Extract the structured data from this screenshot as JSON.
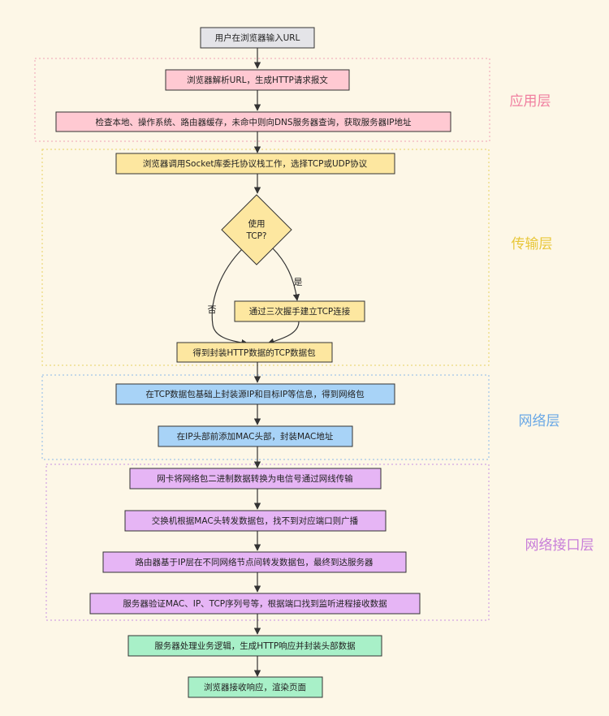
{
  "layers": [
    {
      "id": "app",
      "label": "应用层",
      "color": "#f07fa0"
    },
    {
      "id": "transport",
      "label": "传输层",
      "color": "#e8c73a"
    },
    {
      "id": "network",
      "label": "网络层",
      "color": "#6aa8e6"
    },
    {
      "id": "link",
      "label": "网络接口层",
      "color": "#c87ed9"
    }
  ],
  "nodes": {
    "start": "用户在浏览器输入URL",
    "parse": "浏览器解析URL，生成HTTP请求报文",
    "dns": "检查本地、操作系统、路由器缓存，未命中则向DNS服务器查询，获取服务器IP地址",
    "socket": "浏览器调用Socket库委托协议栈工作，选择TCP或UDP协议",
    "decision_line1": "使用",
    "decision_line2": "TCP?",
    "handshake": "通过三次握手建立TCP连接",
    "tcp_packet": "得到封装HTTP数据的TCP数据包",
    "ip_packet": "在TCP数据包基础上封装源IP和目标IP等信息，得到网络包",
    "mac": "在IP头部前添加MAC头部，封装MAC地址",
    "nic": "网卡将网络包二进制数据转换为电信号通过网线传输",
    "switch": "交换机根据MAC头转发数据包，找不到对应端口则广播",
    "router": "路由器基于IP层在不同网络节点间转发数据包，最终到达服务器",
    "server_verify": "服务器验证MAC、IP、TCP序列号等，根据端口找到监听进程接收数据",
    "server_process": "服务器处理业务逻辑，生成HTTP响应并封装头部数据",
    "render": "浏览器接收响应，渲染页面"
  },
  "edge_labels": {
    "yes": "是",
    "no": "否"
  },
  "colors": {
    "background": "#fdf7e7",
    "gray": "#e4e4e8",
    "pink": "#ffc9d2",
    "yellow": "#fde7a0",
    "blue": "#a8d3f7",
    "purple": "#e6b5f5",
    "green": "#a8f0c8",
    "stroke": "#333333"
  }
}
